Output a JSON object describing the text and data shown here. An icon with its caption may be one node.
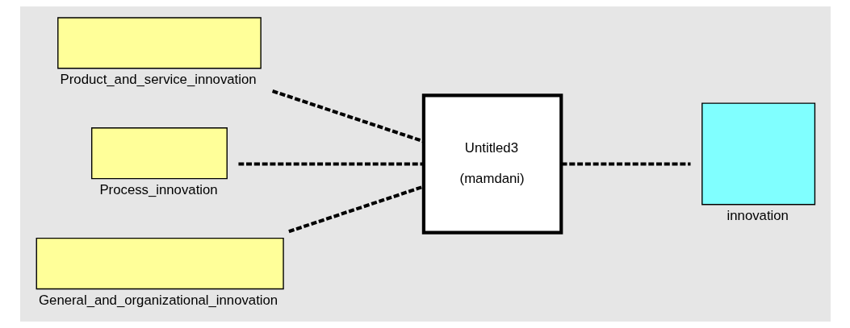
{
  "diagram": {
    "nodes": [
      {
        "text": [
          "Product_and_service_innovation"
        ]
      },
      {
        "text": [
          "Process_innovation"
        ]
      },
      {
        "text": [
          "General_and_organizational_innovation"
        ]
      },
      {
        "text": [
          "Untitled3",
          "(mamdani)"
        ]
      },
      {
        "text": [
          "innovation"
        ]
      }
    ],
    "edges": [
      {
        "from": 0,
        "to": 3,
        "arrow": "none",
        "style": "dashed"
      },
      {
        "from": 1,
        "to": 3,
        "arrow": "none",
        "style": "dashed"
      },
      {
        "from": 2,
        "to": 3,
        "arrow": "none",
        "style": "dashed"
      },
      {
        "from": 3,
        "to": 4,
        "arrow": "none",
        "style": "dashed"
      }
    ]
  }
}
